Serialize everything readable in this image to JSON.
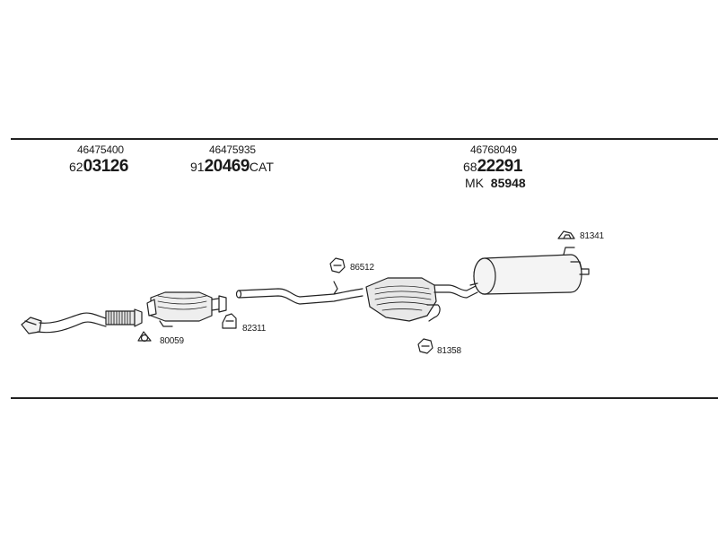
{
  "headers": {
    "front": {
      "ref": "46475400",
      "prefix": "62",
      "main": "03126",
      "suffix": ""
    },
    "middle": {
      "ref": "46475935",
      "prefix": "91",
      "main": "20469",
      "suffix": "CAT"
    },
    "rear": {
      "ref": "46768049",
      "prefix": "68",
      "main": "22291",
      "suffix": "",
      "extra_prefix": "MK",
      "extra_num": "85948"
    }
  },
  "parts": {
    "p80059": "80059",
    "p82311": "82311",
    "p86512": "86512",
    "p81358": "81358",
    "p81341": "81341"
  }
}
